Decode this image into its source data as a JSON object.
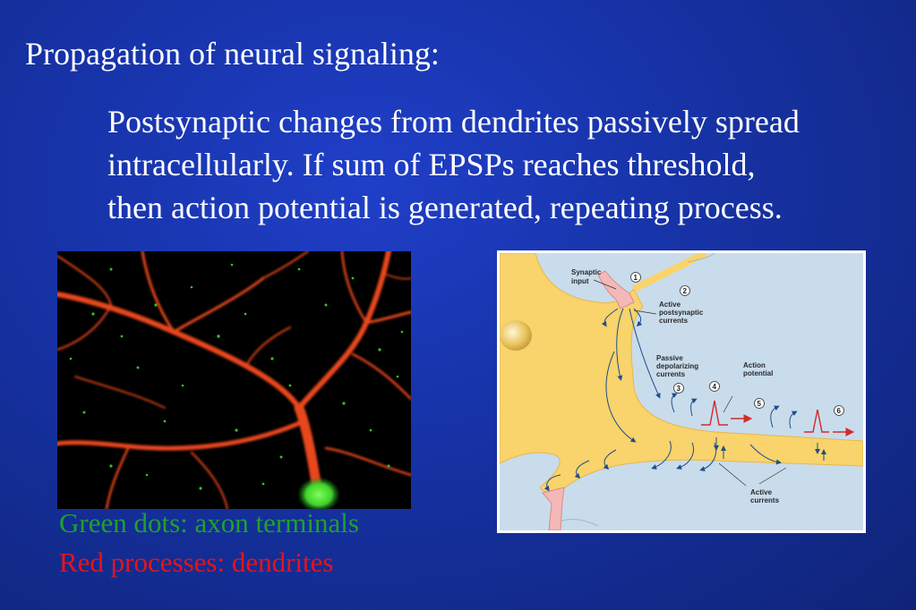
{
  "slide": {
    "title": "Propagation of neural signaling:",
    "body_lines": [
      "Postsynaptic changes from dendrites passively spread",
      "intracellularly.  If sum of EPSPs reaches threshold,",
      "then action potential is generated, repeating process."
    ]
  },
  "captions": {
    "green": "Green dots:  axon terminals",
    "red": "Red processes:   dendrites"
  },
  "diagram": {
    "labels": {
      "synaptic_input_1": "Synaptic",
      "synaptic_input_2": "input",
      "active_post_1": "Active",
      "active_post_2": "postsynaptic",
      "active_post_3": "currents",
      "passive_1": "Passive",
      "passive_2": "depolarizing",
      "passive_3": "currents",
      "action_1": "Action",
      "action_2": "potential",
      "active_cur_1": "Active",
      "active_cur_2": "currents"
    },
    "numbers": [
      "1",
      "2",
      "3",
      "4",
      "5",
      "6"
    ]
  },
  "colors": {
    "background": "#1733a8",
    "caption_green": "#1fa12c",
    "caption_red": "#e8131a",
    "neuron_fill": "#f9d36b",
    "diagram_bg": "#c9dcec"
  }
}
